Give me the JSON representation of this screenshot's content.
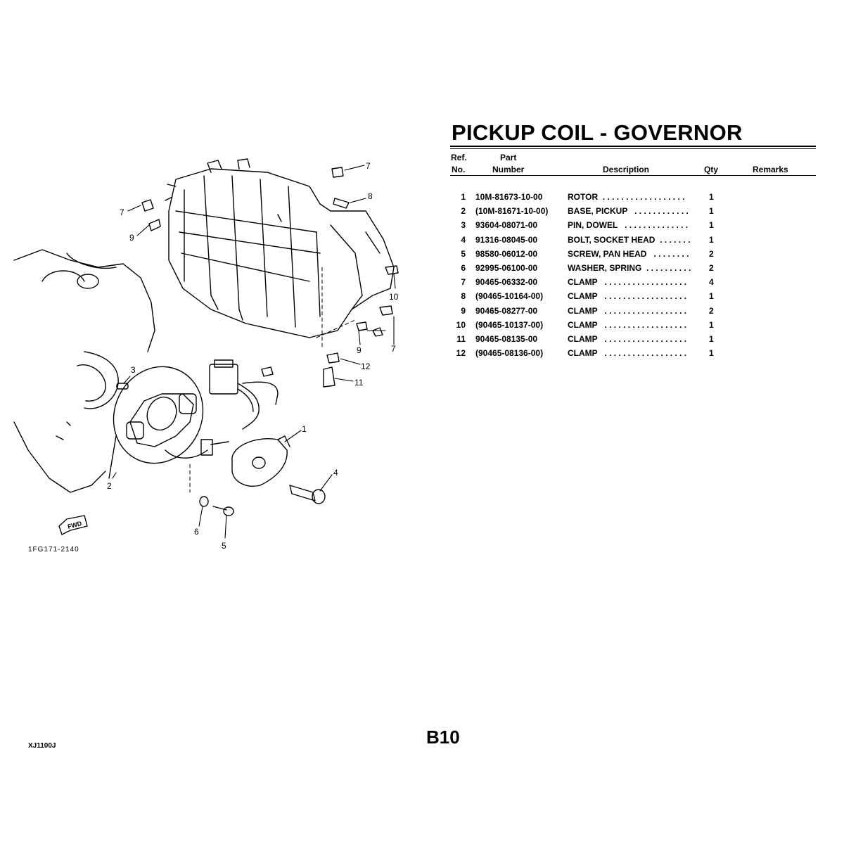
{
  "title": "PICKUP COIL - GOVERNOR",
  "headers": {
    "ref": "Ref.",
    "no": "No.",
    "part": "Part",
    "number": "Number",
    "description": "Description",
    "qty": "Qty",
    "remarks": "Remarks"
  },
  "parts": [
    {
      "ref": "1",
      "part_number": "10M-81673-10-00",
      "description": "ROTOR  . . . . . . . . . . . . . . . . . .",
      "qty": "1"
    },
    {
      "ref": "2",
      "part_number": "(10M-81671-10-00)",
      "description": "BASE, PICKUP   . . . . . . . . . . . .",
      "qty": "1"
    },
    {
      "ref": "3",
      "part_number": "93604-08071-00",
      "description": "PIN, DOWEL   . . . . . . . . . . . . . .",
      "qty": "1"
    },
    {
      "ref": "4",
      "part_number": "91316-08045-00",
      "description": "BOLT, SOCKET HEAD  . . . . . . .",
      "qty": "1"
    },
    {
      "ref": "5",
      "part_number": "98580-06012-00",
      "description": "SCREW, PAN HEAD   . . . . . . . .",
      "qty": "2"
    },
    {
      "ref": "6",
      "part_number": "92995-06100-00",
      "description": "WASHER, SPRING  . . . . . . . . . .",
      "qty": "2"
    },
    {
      "ref": "7",
      "part_number": "90465-06332-00",
      "description": "CLAMP   . . . . . . . . . . . . . . . . . .",
      "qty": "4"
    },
    {
      "ref": "8",
      "part_number": "(90465-10164-00)",
      "description": "CLAMP   . . . . . . . . . . . . . . . . . .",
      "qty": "1"
    },
    {
      "ref": "9",
      "part_number": "90465-08277-00",
      "description": "CLAMP   . . . . . . . . . . . . . . . . . .",
      "qty": "2"
    },
    {
      "ref": "10",
      "part_number": "(90465-10137-00)",
      "description": "CLAMP   . . . . . . . . . . . . . . . . . .",
      "qty": "1"
    },
    {
      "ref": "11",
      "part_number": "90465-08135-00",
      "description": "CLAMP   . . . . . . . . . . . . . . . . . .",
      "qty": "1"
    },
    {
      "ref": "12",
      "part_number": "(90465-08136-00)",
      "description": "CLAMP   . . . . . . . . . . . . . . . . . .",
      "qty": "1"
    }
  ],
  "diagram": {
    "callouts": [
      "1",
      "2",
      "3",
      "4",
      "5",
      "6",
      "7",
      "7",
      "7",
      "8",
      "9",
      "9",
      "10",
      "11",
      "12"
    ],
    "fwd_label": "FWD",
    "drawing_code": "1FG171-2140"
  },
  "page_number": "B10",
  "model_code": "XJ1100J"
}
